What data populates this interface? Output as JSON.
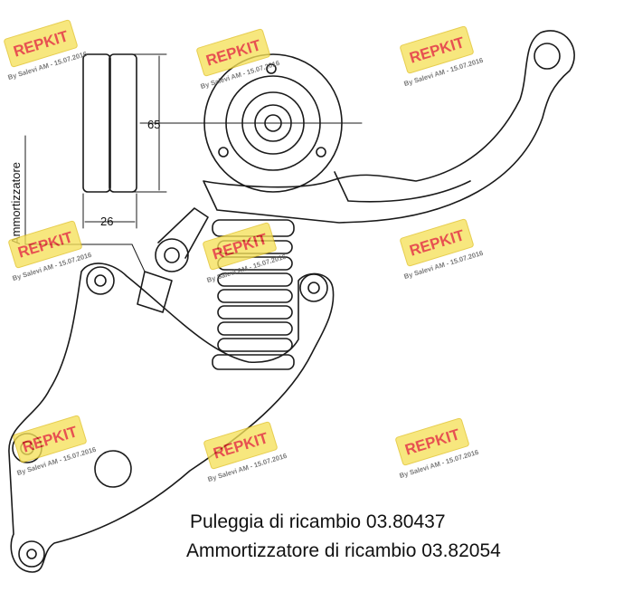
{
  "diagram": {
    "dimension_width": "26",
    "dimension_height": "65",
    "side_label": "Ammortizzatore"
  },
  "captions": {
    "pulley": "Puleggia di ricambio 03.80437",
    "damper": "Ammortizzatore di ricambio 03.82054"
  },
  "watermark": {
    "brand": "REPKIT",
    "subtitle": "By Salevi AM - 15.07.2016",
    "color_badge": "#f5e05a",
    "color_brand": "#e02020"
  }
}
